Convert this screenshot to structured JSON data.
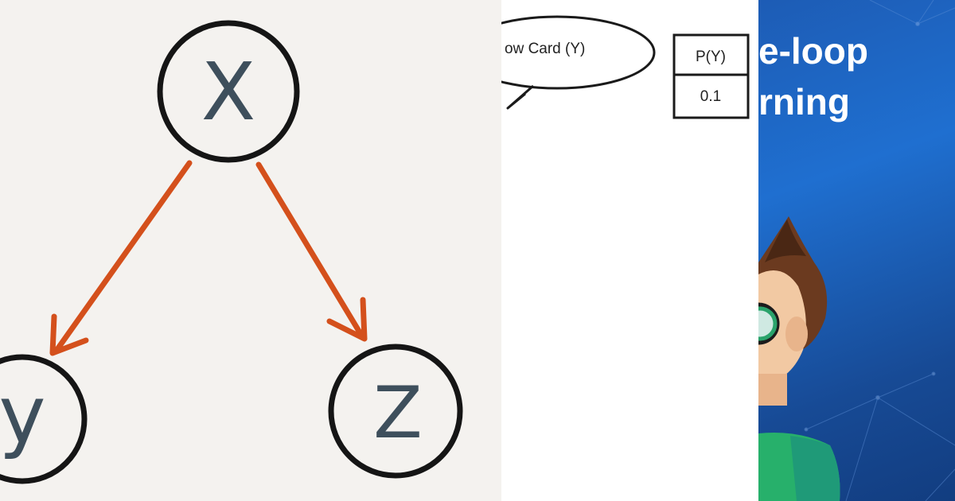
{
  "graph": {
    "nodes": [
      {
        "id": "x",
        "label": "X"
      },
      {
        "id": "y",
        "label": "y"
      },
      {
        "id": "z",
        "label": "Z"
      }
    ],
    "edges": [
      {
        "from": "x",
        "to": "y"
      },
      {
        "from": "x",
        "to": "z"
      }
    ],
    "colors": {
      "node_stroke": "#151515",
      "node_text": "#3e4f5c",
      "edge": "#d4501c",
      "background": "#f4f2ef"
    }
  },
  "bayes_net": {
    "node_label": "ow Card (Y)",
    "table_header": "P(Y)",
    "table_value": "0.1"
  },
  "promo": {
    "title_line1": "e-loop",
    "title_line2": "rning",
    "colors": {
      "bg_top": "#1f6fd0",
      "bg_bottom": "#123d80",
      "shirt": "#27b06b",
      "hair": "#6b3a1f",
      "skin": "#f2c9a3"
    }
  }
}
